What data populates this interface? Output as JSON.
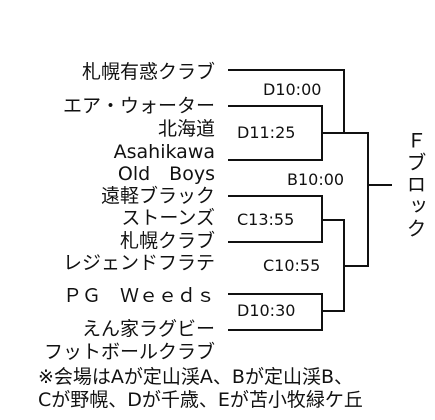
{
  "teams": [
    "札幌有惑クラブ",
    "エア・ウォーター",
    "北海道",
    "Asahikawa",
    "Old　Boys",
    "遠軽ブラック",
    "ストーンズ",
    "札幌クラブ",
    "レジェンドフラテ",
    "ＰＧ　Ｗｅｅｄｓ",
    "えん家ラグビー",
    "フットボールクラブ"
  ],
  "matches": {
    "d1000": "D10:00",
    "d1125": "D11:25",
    "b1000": "B10:00",
    "c1355": "C13:55",
    "c1055": "C10:55",
    "d1030": "D10:30"
  },
  "block_name": "Ｆブロック",
  "notes": [
    "※会場はAが定山渓A、Bが定山渓B、",
    "Cが野幌、Dが千歳、Eが苫小牧緑ケ丘"
  ],
  "line_color": "#111111"
}
